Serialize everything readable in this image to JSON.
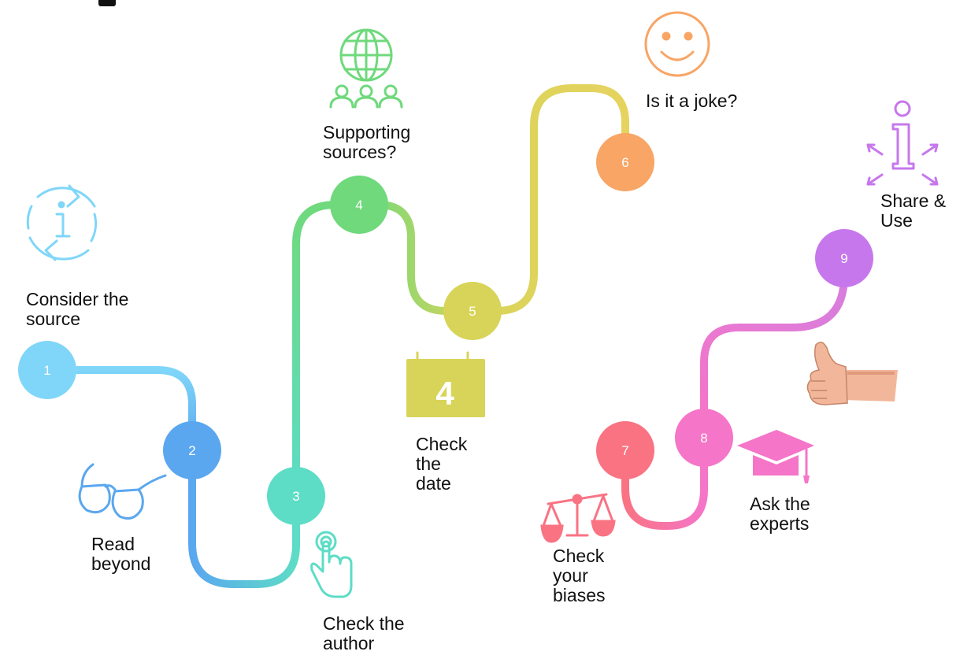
{
  "steps": [
    {
      "number": "1",
      "label": "Consider the\nsource",
      "color": "#7fd6f8",
      "icon": "refresh-info-icon"
    },
    {
      "number": "2",
      "label": "Read\nbeyond",
      "color": "#5aa7ef",
      "icon": "glasses-icon"
    },
    {
      "number": "3",
      "label": "Check the\nauthor",
      "color": "#5ddcc6",
      "icon": "pointing-hand-icon"
    },
    {
      "number": "4",
      "label": "Supporting\nsources?",
      "color": "#6fd97c",
      "icon": "globe-people-icon"
    },
    {
      "number": "5",
      "label": "Check\nthe\ndate",
      "color": "#d8d459",
      "icon": "calendar-icon",
      "calendar_day": "4"
    },
    {
      "number": "6",
      "label": "Is it a joke?",
      "color": "#f8a565",
      "icon": "smiley-icon"
    },
    {
      "number": "7",
      "label": "Check\nyour\nbiases",
      "color": "#f97383",
      "icon": "scales-icon"
    },
    {
      "number": "8",
      "label": "Ask the\nexperts",
      "color": "#f575c8",
      "icon": "graduation-cap-icon"
    },
    {
      "number": "9",
      "label": "Share &\nUse",
      "color": "#c777ec",
      "icon": "info-share-icon"
    }
  ],
  "decorations": {
    "thumbs_up": "thumbs-up-icon"
  }
}
